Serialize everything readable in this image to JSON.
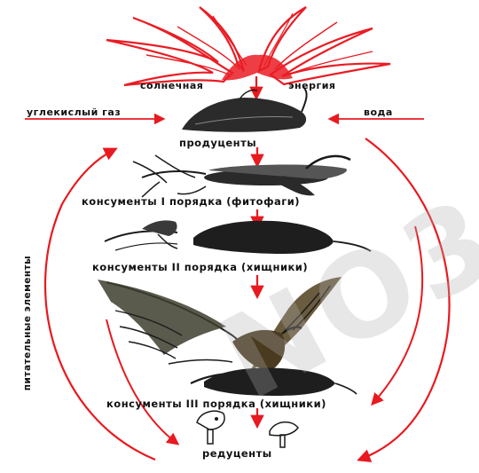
{
  "colors": {
    "arrow": "#e8191f",
    "sun": "#ea1c24",
    "text": "#111111",
    "ink": "#1a1a1a"
  },
  "labels": {
    "solar_left": "солнечная",
    "solar_right": "энергия",
    "co2": "углекислый газ",
    "water": "вода",
    "producers": "продуценты",
    "consumers1": "консументы I порядка (фитофаги)",
    "consumers2": "консументы II порядка (хищники)",
    "consumers3": "консументы III порядка (хищники)",
    "reducers": "редуценты",
    "nutrients": "питательные элементы"
  },
  "icons": [
    "sun-icon",
    "plant-icon",
    "grasshopper-icon",
    "shrew-icon",
    "hawk-icon",
    "mouse-icon",
    "mushroom-icon"
  ],
  "watermark": "NO3"
}
